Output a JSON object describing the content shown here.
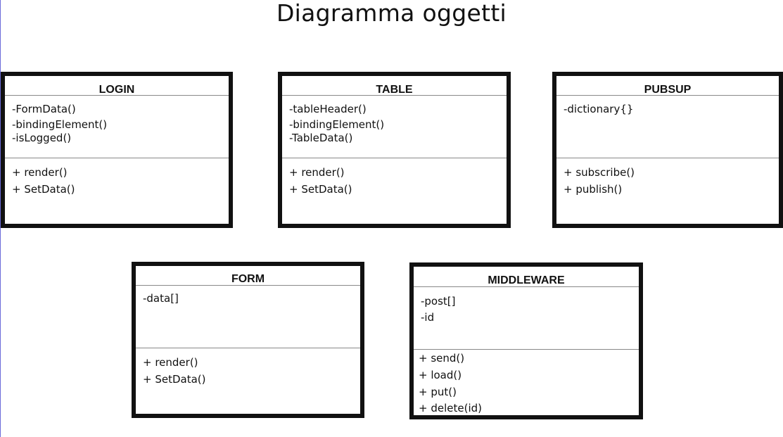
{
  "title": "Diagramma oggetti",
  "classes": [
    {
      "name": "LOGIN",
      "attributes": [
        "-FormData()",
        "-bindingElement()",
        "-isLogged()"
      ],
      "methods": [
        "+ render()",
        "+ SetData()"
      ]
    },
    {
      "name": "TABLE",
      "attributes": [
        "-tableHeader()",
        "-bindingElement()",
        "-TableData()"
      ],
      "methods": [
        "+ render()",
        "+ SetData()"
      ]
    },
    {
      "name": "PUBSUP",
      "attributes": [
        "-dictionary{}"
      ],
      "methods": [
        "+ subscribe()",
        "+ publish()"
      ]
    },
    {
      "name": "FORM",
      "attributes": [
        "-data[]"
      ],
      "methods": [
        "+ render()",
        "+ SetData()"
      ]
    },
    {
      "name": "MIDDLEWARE",
      "attributes": [
        "-post[]",
        "-id"
      ],
      "methods": [
        "+ send()",
        "+ load()",
        "+ put()",
        "+ delete(id)"
      ]
    }
  ]
}
